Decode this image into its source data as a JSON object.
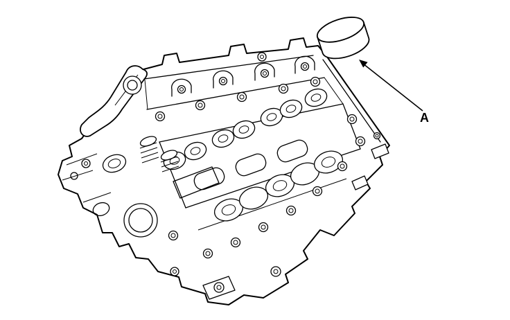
{
  "figure": {
    "background_color": "#ffffff",
    "line_color": "#000000",
    "parts": [
      {
        "name": "cylinder-head-assembly"
      },
      {
        "name": "valve-tappet"
      }
    ],
    "callouts": [
      {
        "label": "A",
        "points_to": "valve-tappet"
      }
    ]
  }
}
